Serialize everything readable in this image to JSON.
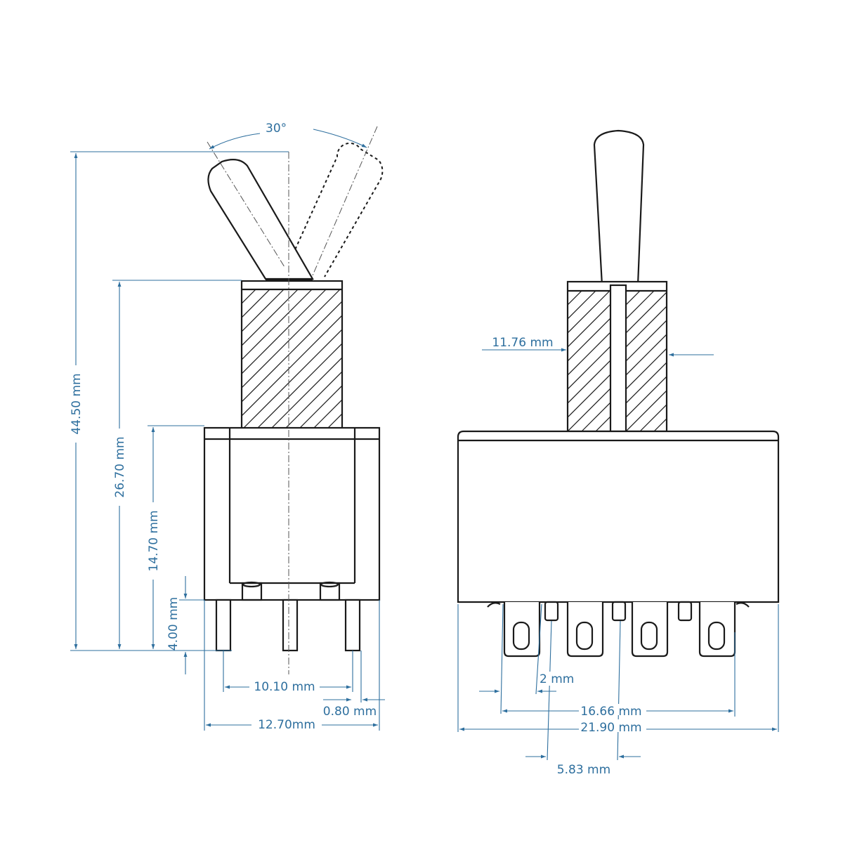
{
  "colors": {
    "dimension": "#2e6f9e",
    "outline": "#1a1a1a",
    "background": "#ffffff"
  },
  "side_view": {
    "angle_label": "30°",
    "dim_total_height": "44.50 mm",
    "dim_bushing_height": "26.70 mm",
    "dim_body_height": "14.70 mm",
    "dim_pin_length": "4.00 mm",
    "dim_pin_spacing": "10.10 mm",
    "dim_pin_width": "0.80 mm",
    "dim_body_width": "12.70mm"
  },
  "front_view": {
    "dim_bushing_diameter": "11.76 mm",
    "dim_terminal_gap": "2 mm",
    "dim_terminal_span": "16.66 mm",
    "dim_body_width": "21.90 mm",
    "dim_terminal_pitch": "5.83 mm"
  }
}
